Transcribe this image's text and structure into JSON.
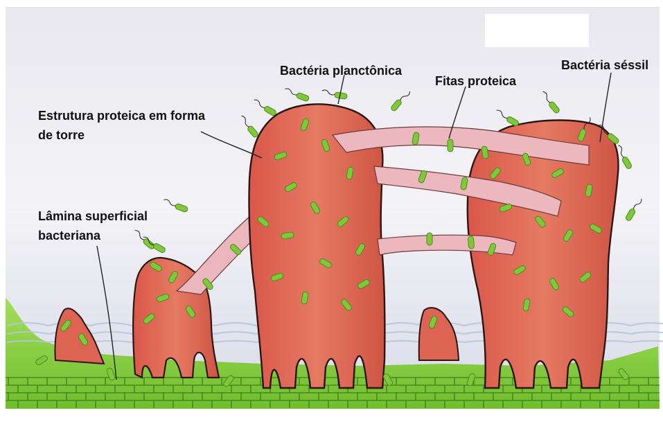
{
  "labels": {
    "planktonic": "Bactéria planctônica",
    "ribbons": "Fitas proteica",
    "sessile": "Bactéria séssil",
    "tower_line1": "Estrutura proteica em forma",
    "tower_line2": "de torre",
    "surface_line1": "Lâmina superficial",
    "surface_line2": "bacteriana"
  },
  "colors": {
    "background": "#ffffff",
    "sky": "#e7e6ee",
    "tower_fill": "#e06a58",
    "tower_shade": "#c94a3c",
    "tower_outline": "#2a1612",
    "ribbon_fill": "#eab6bb",
    "bacteria_green": "#7ec83a",
    "bacteria_dark": "#4c8a1e",
    "ground_green": "#8cd443",
    "water_lines": "#b8c4dc"
  },
  "icons": [
    "bacterium-icon",
    "biofilm-tower-icon"
  ]
}
